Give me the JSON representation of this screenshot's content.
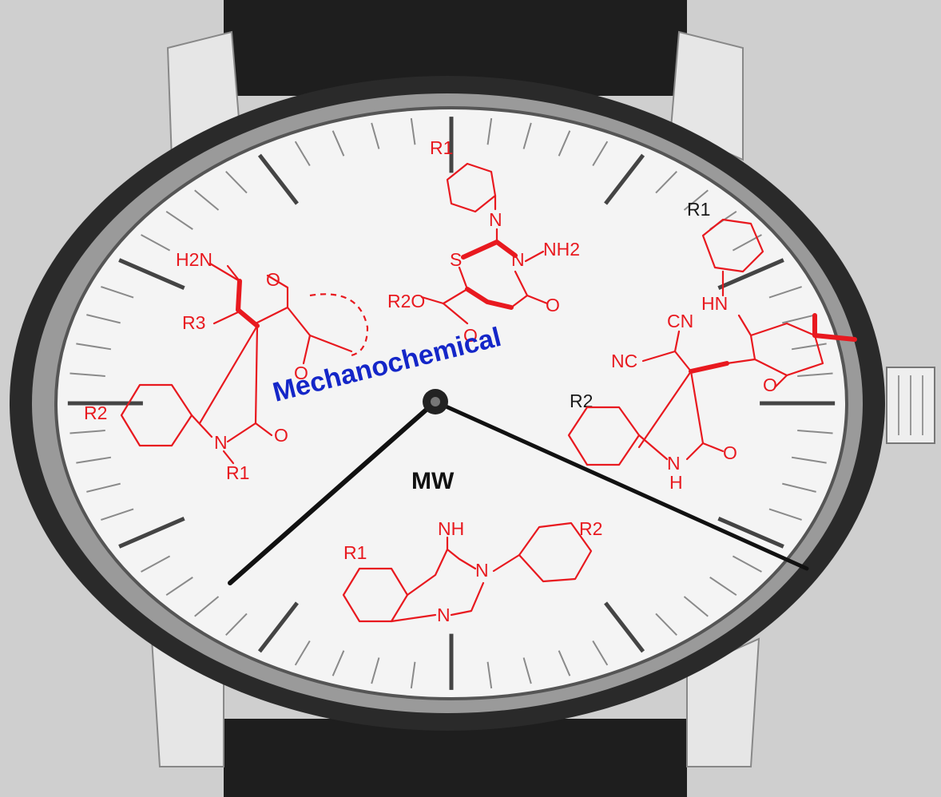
{
  "colors": {
    "background": "#cfcfcf",
    "strap": "#1e1e1e",
    "case": "#2a2a2a",
    "dial": "#f4f4f4",
    "chemistry": "#e8191f",
    "mechanochemical_text": "#1426c8",
    "mw_text": "#111111"
  },
  "labels": {
    "mechanochemical": "Mechanochemical",
    "mw": "MW"
  },
  "structures": {
    "pyran": {
      "nh2": "H2N",
      "r3": "R3",
      "o_ring": "O",
      "o_keto": "O",
      "r2": "R2",
      "n": "N",
      "o_amide": "O",
      "r1": "R1"
    },
    "thiazine": {
      "r1": "R1",
      "n_imine": "N",
      "s": "S",
      "n_ring": "N",
      "nh2": "NH2",
      "r2o": "R2O",
      "o_carbonyl": "O",
      "o_ketone": "O"
    },
    "spiro": {
      "r1": "R1",
      "hn": "HN",
      "cn_top": "CN",
      "nc": "NC",
      "o_ketone": "O",
      "r2": "R2",
      "nh": "N",
      "h": "H",
      "o_amide": "O"
    },
    "quinazoline": {
      "nh": "NH",
      "r1": "R1",
      "n_ring": "N",
      "n_bottom": "N",
      "r2": "R2"
    }
  },
  "icons": [
    "watch-face",
    "hour-hand",
    "minute-hand",
    "watch-crown"
  ]
}
